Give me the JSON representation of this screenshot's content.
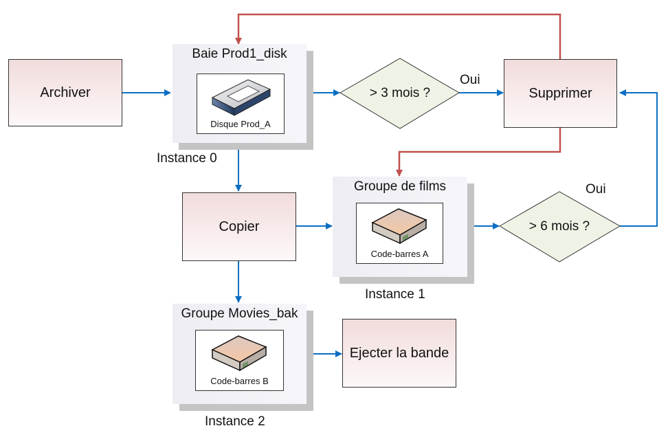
{
  "nodes": {
    "archiver": {
      "label": "Archiver"
    },
    "baie": {
      "title": "Baie Prod1_disk",
      "device_label": "Disque Prod_A",
      "instance": "Instance 0"
    },
    "decision_3": {
      "label": "> 3 mois ?",
      "yes_label": "Oui"
    },
    "supprimer": {
      "label": "Supprimer"
    },
    "copier": {
      "label": "Copier"
    },
    "groupe_films": {
      "title": "Groupe de films",
      "device_label": "Code-barres A",
      "instance": "Instance 1"
    },
    "decision_6": {
      "label": "> 6 mois ?",
      "yes_label": "Oui"
    },
    "groupe_bak": {
      "title": "Groupe Movies_bak",
      "device_label": "Code-barres B",
      "instance": "Instance 2"
    },
    "ejecter": {
      "label": "Ejecter la bande"
    }
  },
  "colors": {
    "flow": "#0a6fc2",
    "return": "#c0504d"
  }
}
